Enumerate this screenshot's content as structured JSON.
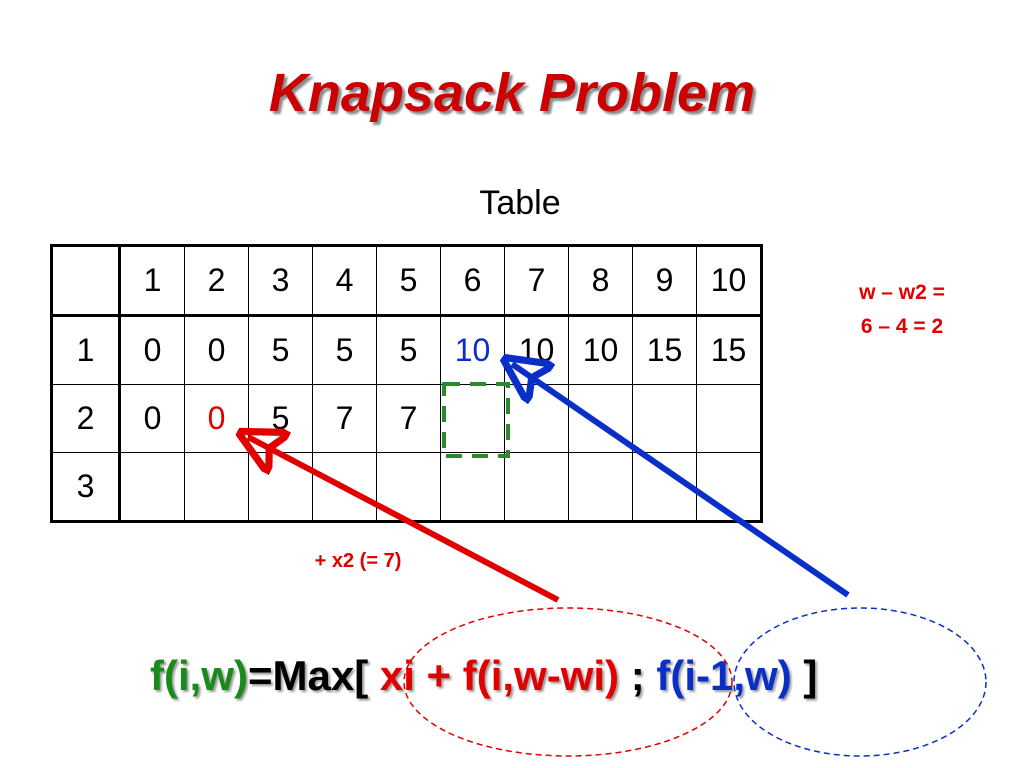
{
  "title": "Knapsack Problem",
  "table_caption": "Table",
  "table": {
    "header": [
      "",
      "1",
      "2",
      "3",
      "4",
      "5",
      "6",
      "7",
      "8",
      "9",
      "10"
    ],
    "rows": [
      [
        "1",
        "0",
        "0",
        "5",
        "5",
        "5",
        "10",
        "10",
        "10",
        "15",
        "15"
      ],
      [
        "2",
        "0",
        "0",
        "5",
        "7",
        "7",
        "",
        "",
        "",
        "",
        ""
      ],
      [
        "3",
        "",
        "",
        "",
        "",
        "",
        "",
        "",
        "",
        "",
        ""
      ]
    ]
  },
  "highlights": {
    "blue_cell": "row 1, column 6",
    "red_cell": "row 2, column 2",
    "dashed_green_box": "row 2, column 6"
  },
  "note_right": {
    "line1": "w – w2 =",
    "line2": "6 – 4 = 2"
  },
  "note_bottom": "+ x2 (= 7)",
  "formula": {
    "part1": "f(i,w)",
    "part2": "=Max[",
    "part3": " xi + f(i,w-wi)",
    "part4": " ; ",
    "part5": "f(i-1,w)",
    "part6": " ]"
  },
  "colors": {
    "title": "#cc0000",
    "red": "#e00000",
    "blue": "#0a2fc8",
    "green": "#1a8a1a",
    "dashed_green": "#2a8a2a"
  },
  "icons": [
    "red-arrow-icon",
    "blue-arrow-icon"
  ]
}
